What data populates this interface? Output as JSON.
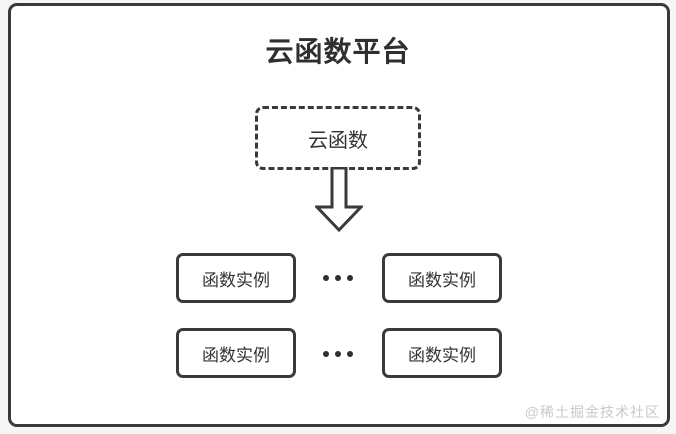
{
  "diagram": {
    "title": "云函数平台",
    "cloud_function": {
      "label": "云函数"
    },
    "instances": [
      {
        "label": "函数实例"
      },
      {
        "label": "函数实例"
      },
      {
        "label": "函数实例"
      },
      {
        "label": "函数实例"
      }
    ],
    "icons": {
      "arrow": "arrow-down-icon",
      "separator": "ellipsis-dots"
    },
    "watermark": "@稀土掘金技术社区",
    "colors": {
      "border": "#3a3a3a",
      "text": "#333333",
      "watermark_text": "#c9c9c9",
      "background": "#ffffff"
    }
  }
}
